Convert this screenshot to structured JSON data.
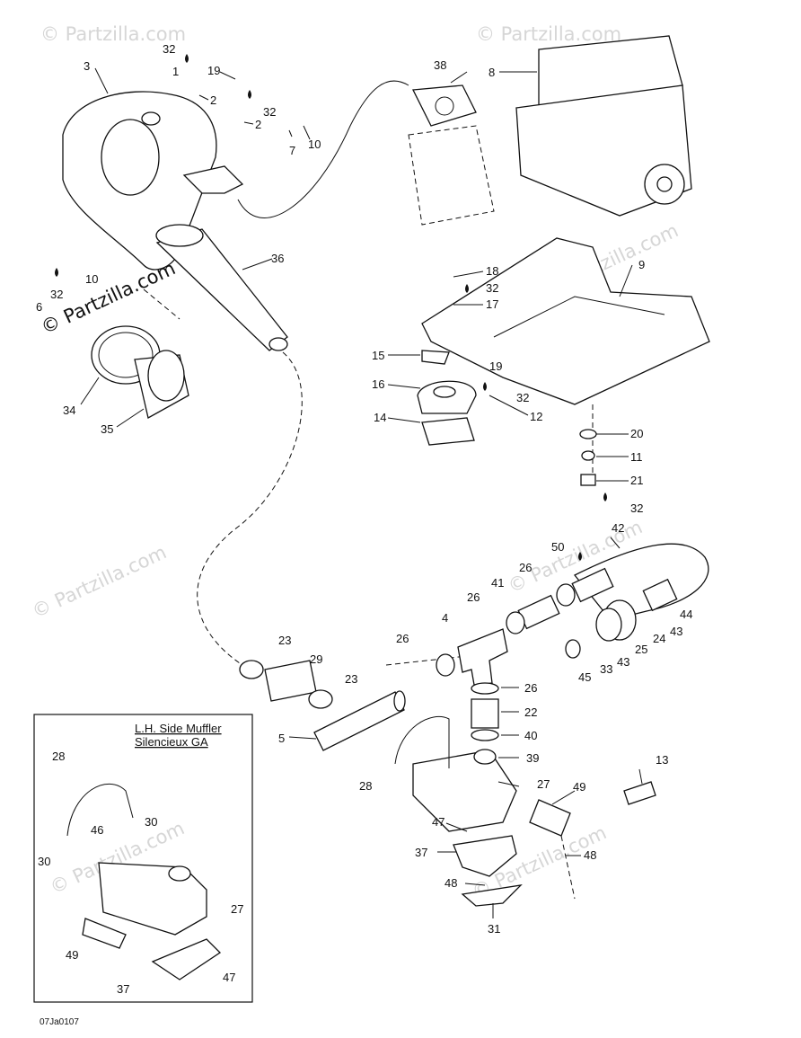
{
  "watermark": "© Partzilla.com",
  "drawing_code": "07Ja0107",
  "inset": {
    "title_en": "L.H. Side Muffler",
    "title_fr": "Silencieux GA"
  },
  "callouts": [
    {
      "id": "c1",
      "text": "1"
    },
    {
      "id": "c2a",
      "text": "2"
    },
    {
      "id": "c2b",
      "text": "2"
    },
    {
      "id": "c3",
      "text": "3"
    },
    {
      "id": "c4",
      "text": "4"
    },
    {
      "id": "c5",
      "text": "5"
    },
    {
      "id": "c6",
      "text": "6"
    },
    {
      "id": "c7",
      "text": "7"
    },
    {
      "id": "c8",
      "text": "8"
    },
    {
      "id": "c9",
      "text": "9"
    },
    {
      "id": "c10a",
      "text": "10"
    },
    {
      "id": "c10b",
      "text": "10"
    },
    {
      "id": "c11",
      "text": "11"
    },
    {
      "id": "c12",
      "text": "12"
    },
    {
      "id": "c13",
      "text": "13"
    },
    {
      "id": "c14",
      "text": "14"
    },
    {
      "id": "c15",
      "text": "15"
    },
    {
      "id": "c16",
      "text": "16"
    },
    {
      "id": "c17",
      "text": "17"
    },
    {
      "id": "c18",
      "text": "18"
    },
    {
      "id": "c19a",
      "text": "19"
    },
    {
      "id": "c19b",
      "text": "19"
    },
    {
      "id": "c20",
      "text": "20"
    },
    {
      "id": "c21",
      "text": "21"
    },
    {
      "id": "c22",
      "text": "22"
    },
    {
      "id": "c23a",
      "text": "23"
    },
    {
      "id": "c23b",
      "text": "23"
    },
    {
      "id": "c24",
      "text": "24"
    },
    {
      "id": "c25",
      "text": "25"
    },
    {
      "id": "c26a",
      "text": "26"
    },
    {
      "id": "c26b",
      "text": "26"
    },
    {
      "id": "c26c",
      "text": "26"
    },
    {
      "id": "c26d",
      "text": "26"
    },
    {
      "id": "c27a",
      "text": "27"
    },
    {
      "id": "c27b",
      "text": "27"
    },
    {
      "id": "c28a",
      "text": "28"
    },
    {
      "id": "c28b",
      "text": "28"
    },
    {
      "id": "c29",
      "text": "29"
    },
    {
      "id": "c30a",
      "text": "30"
    },
    {
      "id": "c30b",
      "text": "30"
    },
    {
      "id": "c31",
      "text": "31"
    },
    {
      "id": "c32a",
      "text": "32"
    },
    {
      "id": "c32b",
      "text": "32"
    },
    {
      "id": "c32c",
      "text": "32"
    },
    {
      "id": "c32d",
      "text": "32"
    },
    {
      "id": "c32e",
      "text": "32"
    },
    {
      "id": "c32f",
      "text": "32"
    },
    {
      "id": "c33",
      "text": "33"
    },
    {
      "id": "c34",
      "text": "34"
    },
    {
      "id": "c35",
      "text": "35"
    },
    {
      "id": "c36",
      "text": "36"
    },
    {
      "id": "c37a",
      "text": "37"
    },
    {
      "id": "c37b",
      "text": "37"
    },
    {
      "id": "c38",
      "text": "38"
    },
    {
      "id": "c39",
      "text": "39"
    },
    {
      "id": "c40",
      "text": "40"
    },
    {
      "id": "c41",
      "text": "41"
    },
    {
      "id": "c42",
      "text": "42"
    },
    {
      "id": "c43a",
      "text": "43"
    },
    {
      "id": "c43b",
      "text": "43"
    },
    {
      "id": "c44",
      "text": "44"
    },
    {
      "id": "c45",
      "text": "45"
    },
    {
      "id": "c46",
      "text": "46"
    },
    {
      "id": "c47a",
      "text": "47"
    },
    {
      "id": "c47b",
      "text": "47"
    },
    {
      "id": "c48a",
      "text": "48"
    },
    {
      "id": "c48b",
      "text": "48"
    },
    {
      "id": "c49a",
      "text": "49"
    },
    {
      "id": "c49b",
      "text": "49"
    },
    {
      "id": "c50",
      "text": "50"
    }
  ]
}
